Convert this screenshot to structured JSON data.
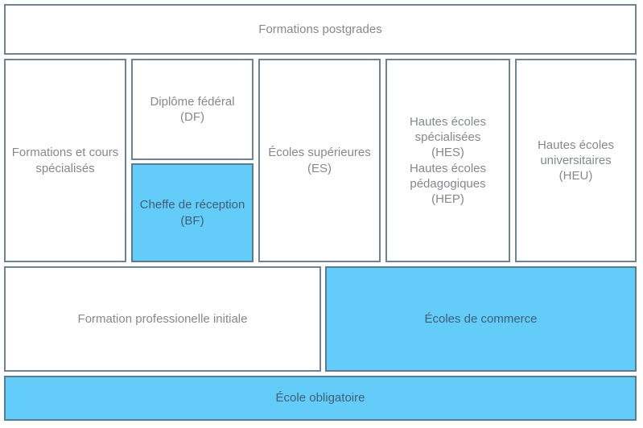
{
  "diagram": {
    "title": "Swiss education system pathway diagram",
    "colors": {
      "blue_fill": "#63ccf9",
      "box_border": "#6e8492",
      "blue_border": "#5a7c92",
      "text_on_white": "#84898f",
      "text_on_blue": "#3f5f77",
      "background": "#ffffff"
    },
    "rows": [
      {
        "name": "postgraduate",
        "boxes": [
          {
            "id": "postgrades",
            "label": "Formations postgrades",
            "highlighted": false
          }
        ]
      },
      {
        "name": "tertiary",
        "boxes": [
          {
            "id": "formations-cours",
            "label": "Formations et cours spécialisés",
            "highlighted": false
          },
          {
            "id": "diplome-federal",
            "label": "Diplôme fédéral\n(DF)",
            "highlighted": false
          },
          {
            "id": "cheffe-reception",
            "label": "Cheffe de réception\n(BF)",
            "highlighted": true
          },
          {
            "id": "ecoles-superieures",
            "label": "Écoles supérieures\n(ES)",
            "highlighted": false
          },
          {
            "id": "hes-hep",
            "label": "Hautes écoles spécialisées\n(HES)\nHautes écoles pédagogiques\n(HEP)",
            "highlighted": false
          },
          {
            "id": "heu",
            "label": "Hautes écoles universitaires\n(HEU)",
            "highlighted": false
          }
        ]
      },
      {
        "name": "secondary-ii",
        "boxes": [
          {
            "id": "formation-initiale",
            "label": "Formation professionelle initiale",
            "highlighted": false
          },
          {
            "id": "ecoles-commerce",
            "label": "Écoles de commerce",
            "highlighted": true
          }
        ]
      },
      {
        "name": "compulsory",
        "boxes": [
          {
            "id": "ecole-obligatoire",
            "label": "École obligatoire",
            "highlighted": true
          }
        ]
      }
    ]
  }
}
